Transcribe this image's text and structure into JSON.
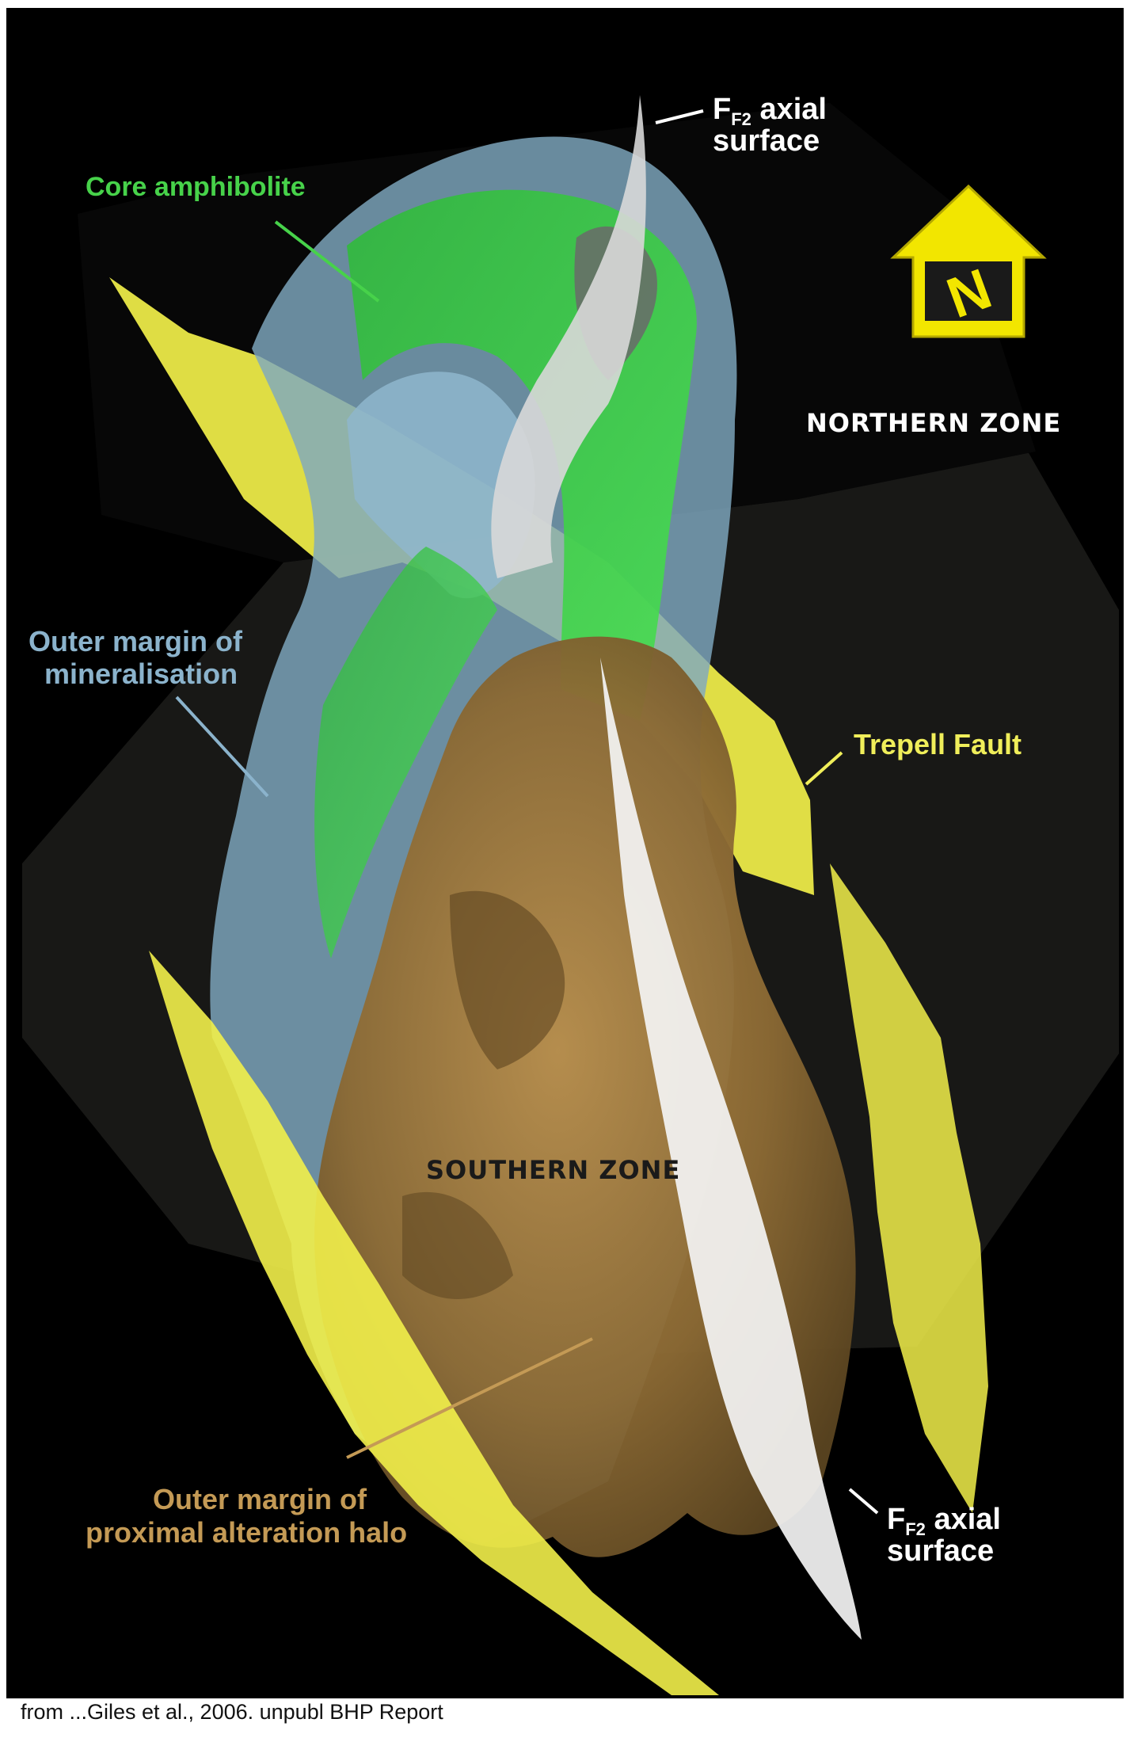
{
  "figure": {
    "labels": {
      "axial_top_main": "F",
      "axial_top_sub": "F2",
      "axial_top_rest": " axial",
      "axial_top_line2": "surface",
      "core_amphibolite": "Core amphibolite",
      "outer_margin_min_line1": "Outer margin of",
      "outer_margin_min_line2": "mineralisation",
      "trepell_fault": "Trepell Fault",
      "alteration_line1": "Outer margin of",
      "alteration_line2": "proximal alteration halo",
      "axial_bottom_main": "F",
      "axial_bottom_sub": "F2",
      "axial_bottom_rest": " axial",
      "axial_bottom_line2": "surface"
    },
    "zones": {
      "northern": "NORTHERN ZONE",
      "southern": "SOUTHERN ZONE"
    },
    "north_arrow": {
      "letter": "N"
    },
    "colors": {
      "background": "#000000",
      "fault_yellow": "#f2f04a",
      "mineralisation_blue": "#7fa8c0",
      "amphibolite_green": "#3fd64a",
      "alteration_brown": "#9a7438",
      "axial_white": "#f4f4f4",
      "label_green": "#47d24a",
      "label_blue": "#8bb3cc",
      "label_yellow": "#f0ee5a",
      "label_tan": "#c49a55"
    }
  },
  "credit": "from ...Giles et al., 2006. unpubl BHP Report"
}
